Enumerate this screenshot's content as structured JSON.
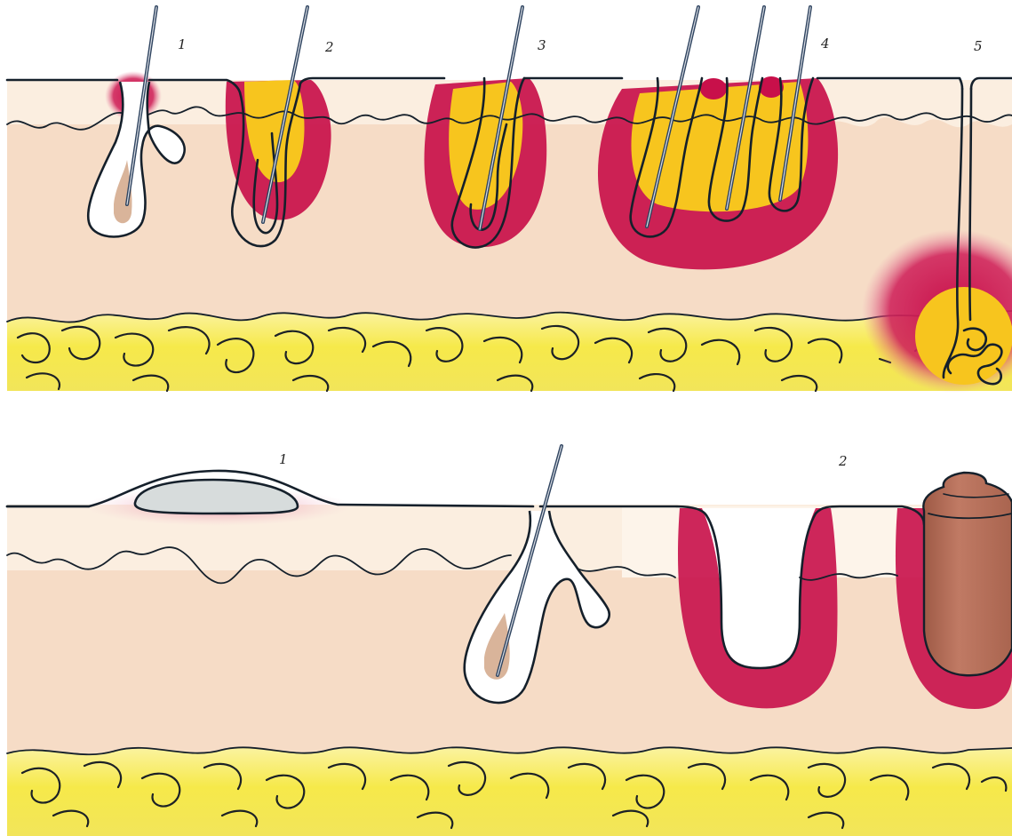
{
  "top_panel": {
    "labels": [
      "1",
      "2",
      "3",
      "4",
      "5"
    ]
  },
  "bottom_panel": {
    "labels": [
      "1",
      "2"
    ]
  },
  "colors": {
    "background": "#ffffff",
    "dermis": "#f6dcc6",
    "epidermis_band": "#fbeee0",
    "fat_yellow": "#f7ea4e",
    "pus_yellow": "#f7c51e",
    "inflammation_red": "#c8104a",
    "outline": "#15202b",
    "hair": "#2f4460",
    "scab_brown": "#b7705a"
  }
}
